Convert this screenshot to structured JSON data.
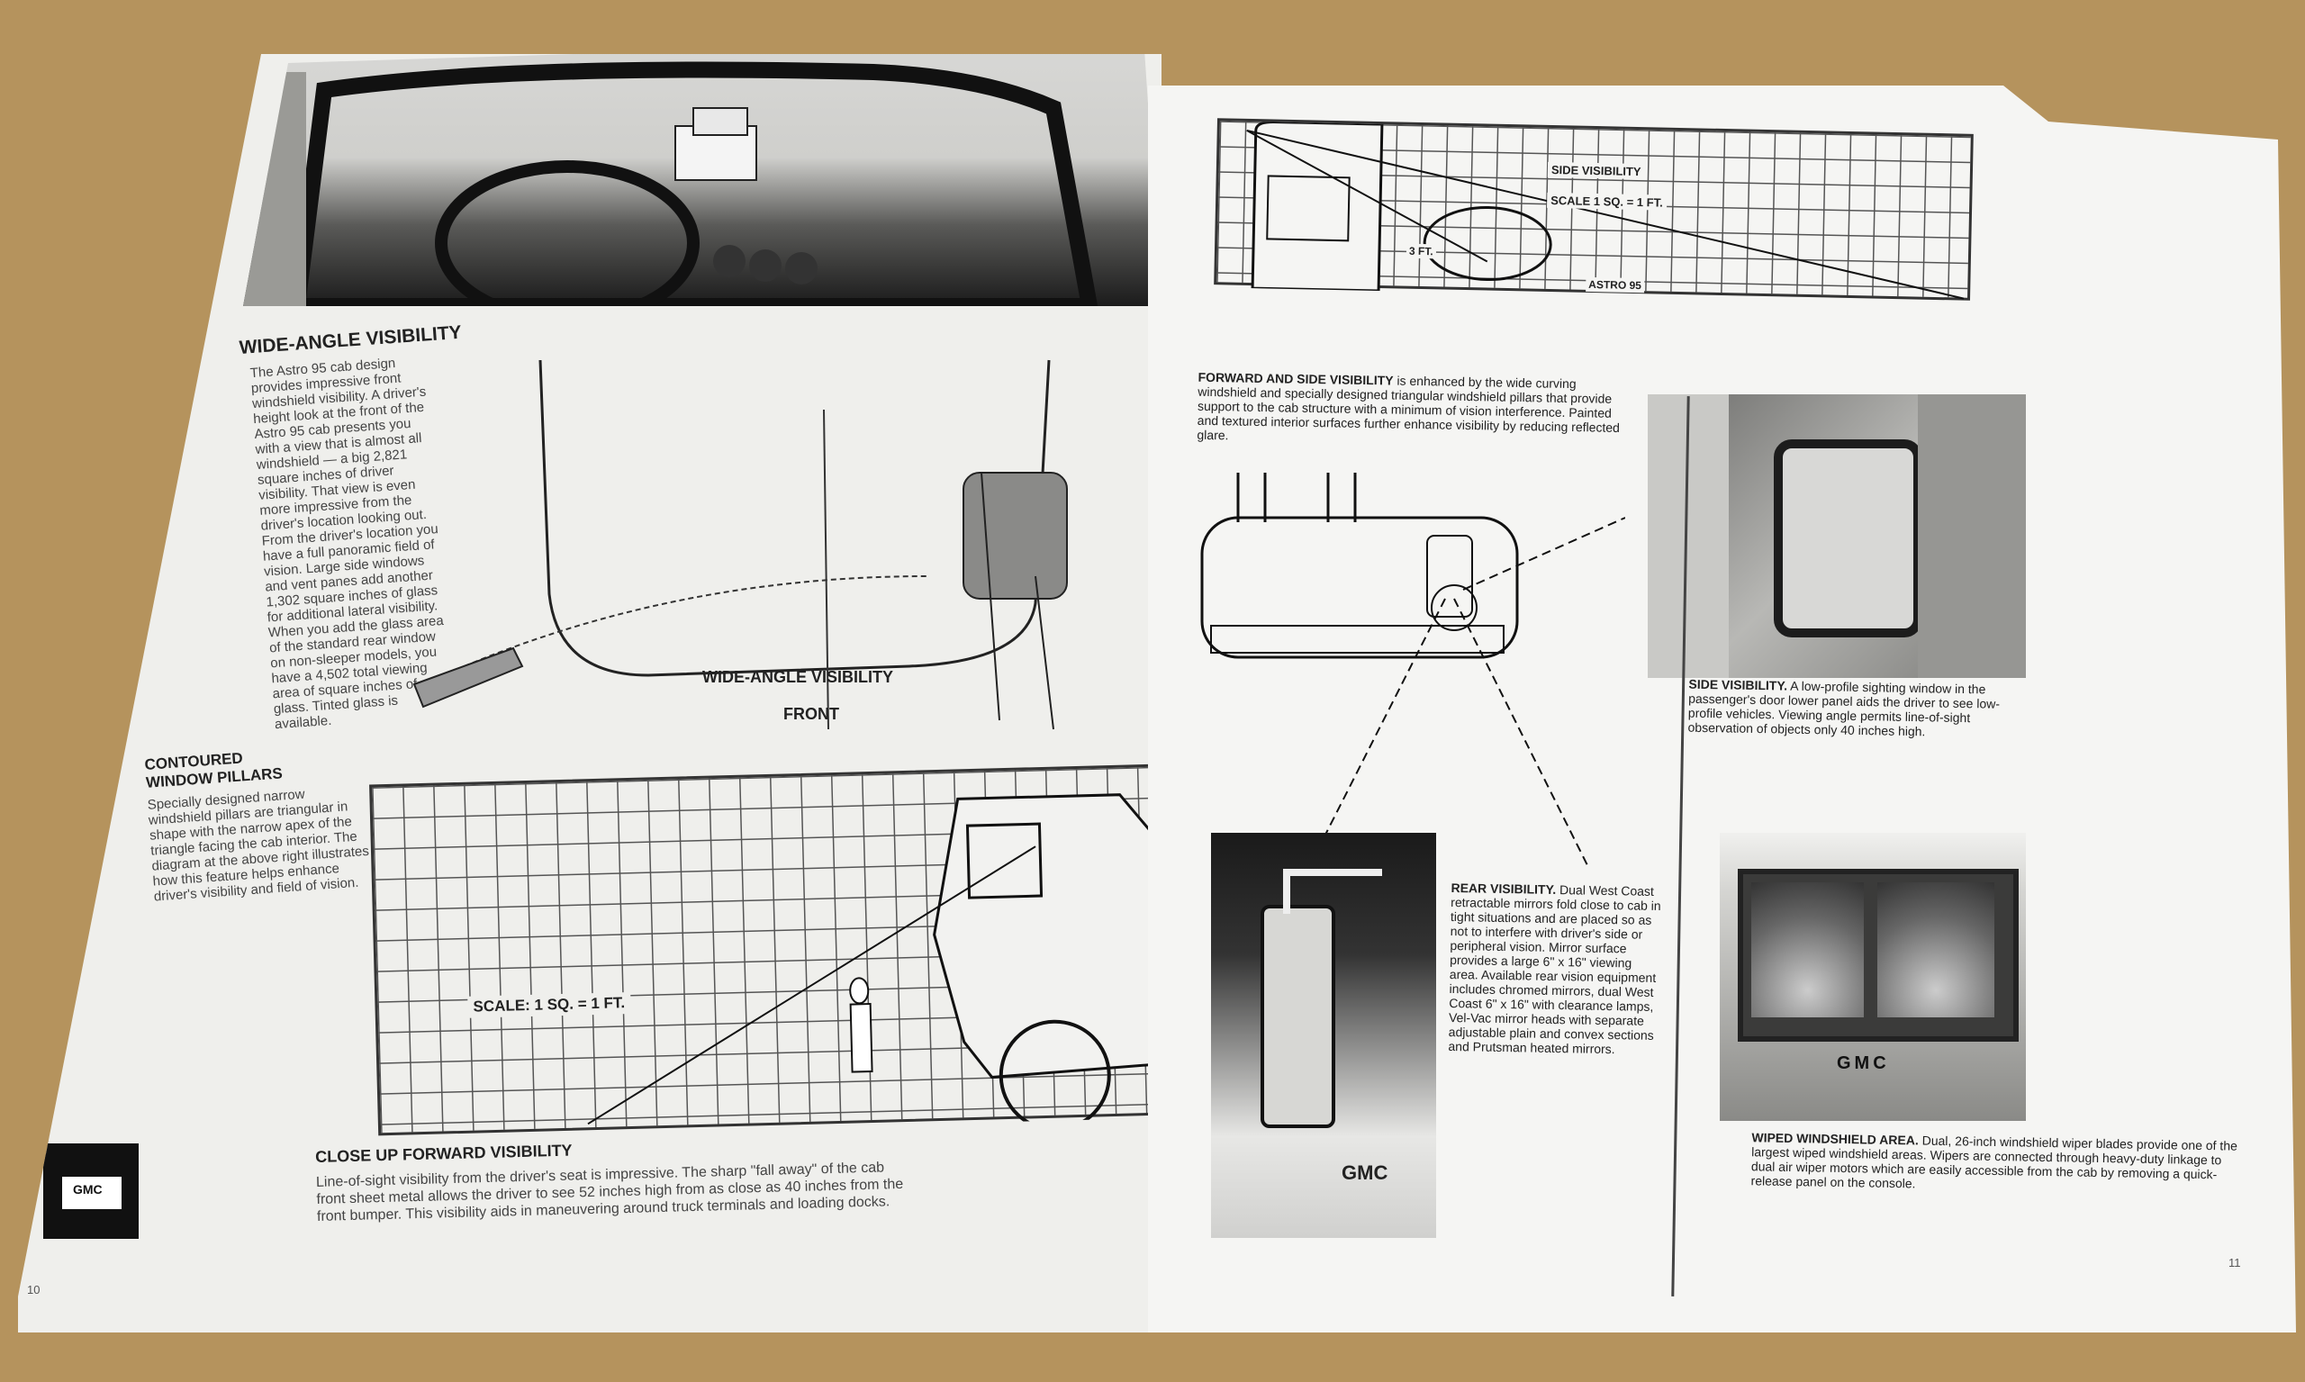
{
  "left_page": {
    "wide_angle": {
      "heading": "WIDE-ANGLE VISIBILITY",
      "body": "The Astro 95 cab design provides impressive front windshield visibility. A driver's height look at the front of the Astro 95 cab presents you with a view that is almost all windshield — a big 2,821 square inches of driver visibility. That view is even more impressive from the driver's location looking out. From the driver's location you have a full panoramic field of vision. Large side windows and vent panes add another 1,302 square inches of glass for additional lateral visibility. When you add the glass area of the standard rear window on non-sleeper models, you have a 4,502 total viewing area of square inches of glass. Tinted glass is available."
    },
    "pillars": {
      "heading_line1": "CONTOURED",
      "heading_line2": "WINDOW PILLARS",
      "body": "Specially designed narrow windshield pillars are triangular in shape with the narrow apex of the triangle facing the cab interior. The diagram at the above right illustrates how this feature helps enhance driver's visibility and field of vision."
    },
    "diagram": {
      "label": "WIDE-ANGLE VISIBILITY",
      "front_label": "FRONT"
    },
    "scale_label": "SCALE: 1 SQ. = 1 FT.",
    "close_up": {
      "heading": "CLOSE UP FORWARD VISIBILITY",
      "body": "Line-of-sight visibility from the driver's seat is impressive. The sharp \"fall away\" of the cab front sheet metal allows the driver to see 52 inches high from as close as 40 inches from the front bumper. This visibility aids in maneuvering around truck terminals and loading docks."
    },
    "logo_text": "GMC",
    "page_number": "10"
  },
  "right_page": {
    "side_diagram": {
      "title": "SIDE VISIBILITY",
      "scale": "SCALE 1 SQ. = 1 FT.",
      "dimension": "3 FT.",
      "model": "ASTRO 95"
    },
    "forward_side": {
      "heading": "FORWARD AND SIDE VISIBILITY",
      "body": "is enhanced by the wide curving windshield and specially designed triangular windshield pillars that provide support to the cab structure with a minimum of vision interference. Painted and textured interior surfaces further enhance visibility by reducing reflected glare."
    },
    "side_visibility": {
      "heading": "SIDE VISIBILITY.",
      "body": "A low-profile sighting window in the passenger's door lower panel aids the driver to see low-profile vehicles. Viewing angle permits line-of-sight observation of objects only 40 inches high."
    },
    "rear_visibility": {
      "heading": "REAR VISIBILITY.",
      "body": "Dual West Coast retractable mirrors fold close to cab in tight situations and are placed so as not to interfere with driver's side or peripheral vision. Mirror surface provides a large 6\" x 16\" viewing area. Available rear vision equipment includes chromed mirrors, dual West Coast 6\" x 16\" with clearance lamps, Vel-Vac mirror heads with separate adjustable plain and convex sections and Prutsman heated mirrors."
    },
    "wiped": {
      "heading": "WIPED WINDSHIELD AREA.",
      "body": "Dual, 26-inch windshield wiper blades provide one of the largest wiped windshield areas. Wipers are connected through heavy-duty linkage to dual air wiper motors which are easily accessible from the cab by removing a quick-release panel on the console."
    },
    "truck_badge": "GMC",
    "page_number": "11"
  }
}
